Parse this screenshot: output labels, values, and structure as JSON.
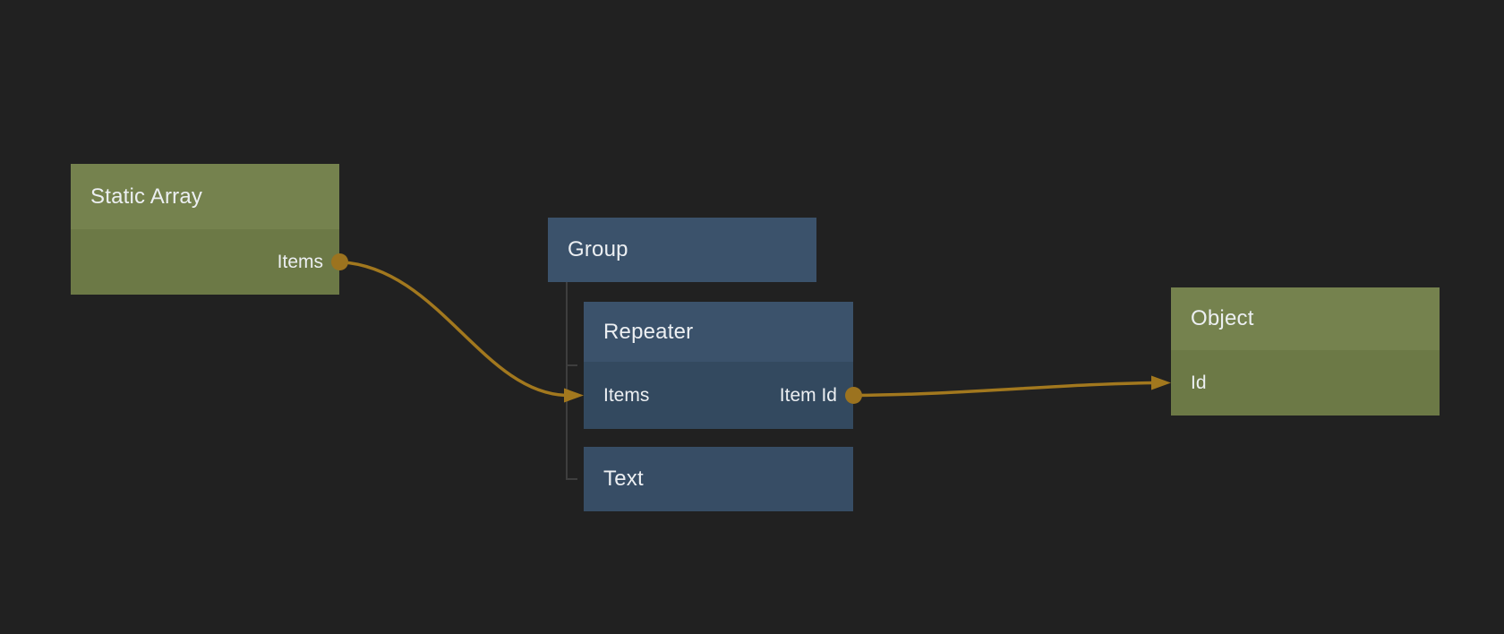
{
  "canvas": {
    "background_color": "#212121",
    "wire_color": "#a2781e",
    "port_color": "#9c731f",
    "tree_line_color": "#3e3e3e"
  },
  "nodes": {
    "static_array": {
      "title": "Static Array",
      "header_color": "#75824e",
      "body_color": "#6c7946",
      "outputs": [
        {
          "label": "Items"
        }
      ]
    },
    "group": {
      "title": "Group",
      "header_color": "#3b526b"
    },
    "repeater": {
      "title": "Repeater",
      "header_color": "#3b526b",
      "body_color": "#33495f",
      "inputs": [
        {
          "label": "Items"
        }
      ],
      "outputs": [
        {
          "label": "Item Id"
        }
      ]
    },
    "text": {
      "title": "Text",
      "header_color": "#374d65"
    },
    "object": {
      "title": "Object",
      "header_color": "#75824e",
      "body_color": "#6c7946",
      "inputs": [
        {
          "label": "Id"
        }
      ]
    }
  },
  "hierarchy": {
    "parent": "Group",
    "children": [
      "Repeater",
      "Text"
    ]
  },
  "connections": [
    {
      "from_node": "Static Array",
      "from_port": "Items",
      "to_node": "Repeater",
      "to_port": "Items"
    },
    {
      "from_node": "Repeater",
      "from_port": "Item Id",
      "to_node": "Object",
      "to_port": "Id"
    }
  ]
}
